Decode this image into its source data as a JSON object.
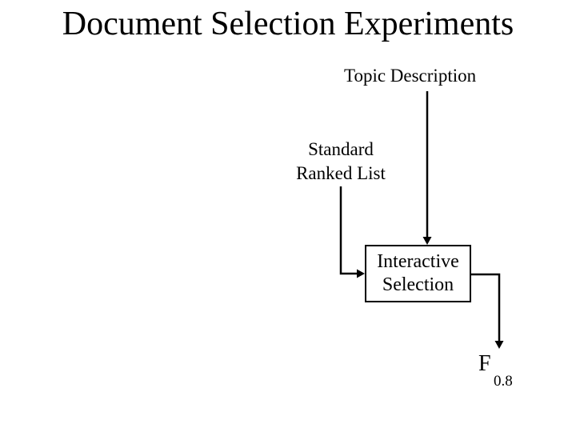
{
  "slide": {
    "title": "Document Selection Experiments",
    "background_color": "#ffffff",
    "text_color": "#000000",
    "line_color": "#000000"
  },
  "diagram": {
    "nodes": {
      "topic_description": {
        "label": "Topic Description"
      },
      "standard_ranked_list": {
        "line1": "Standard",
        "line2": "Ranked List"
      },
      "interactive_selection": {
        "line1": "Interactive",
        "line2": "Selection"
      },
      "result_metric": {
        "symbol": "F",
        "subscript": "0.8"
      }
    },
    "edges": [
      {
        "from": "topic_description",
        "to": "interactive_selection",
        "style": "arrow-down"
      },
      {
        "from": "standard_ranked_list",
        "to": "interactive_selection",
        "style": "arrow-down-then-right"
      },
      {
        "from": "interactive_selection",
        "to": "result_metric",
        "style": "arrow-right-then-down"
      }
    ]
  }
}
